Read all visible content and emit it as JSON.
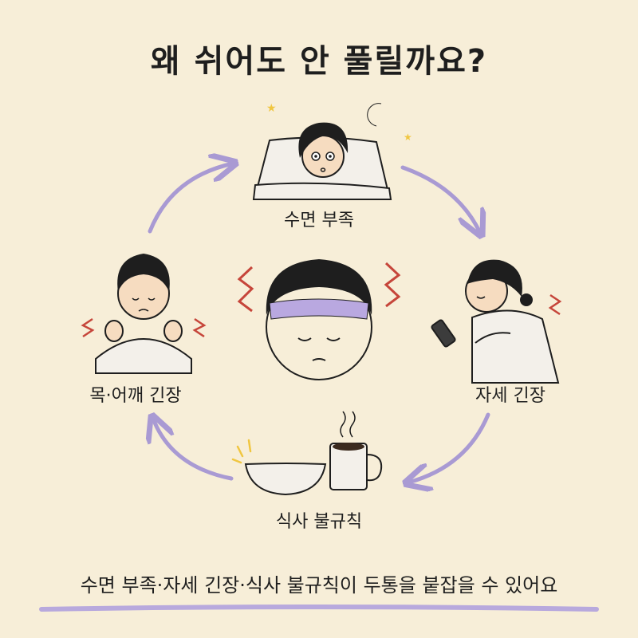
{
  "title": "왜 쉬어도 안 풀릴까요?",
  "steps": [
    {
      "label": "수면 부족"
    },
    {
      "label": "자세 긴장"
    },
    {
      "label": "식사 불규칙"
    },
    {
      "label": "목·어깨 긴장"
    }
  ],
  "caption": "수면 부족·자세 긴장·식사 불규칙이 두통을 붙잡을 수 있어요",
  "colors": {
    "background": "#f7eed8",
    "arrow": "#a99ad3",
    "underline": "#b8a9dd",
    "headband": "#b9a8e0",
    "pain_mark": "#c6453a",
    "star": "#f0c640",
    "line": "#1e1e1e"
  },
  "icons": [
    "moon-icon",
    "star-icon",
    "pain-zigzag-icon",
    "bowl-icon",
    "coffee-mug-icon",
    "phone-icon",
    "cycle-arrow-icon"
  ]
}
